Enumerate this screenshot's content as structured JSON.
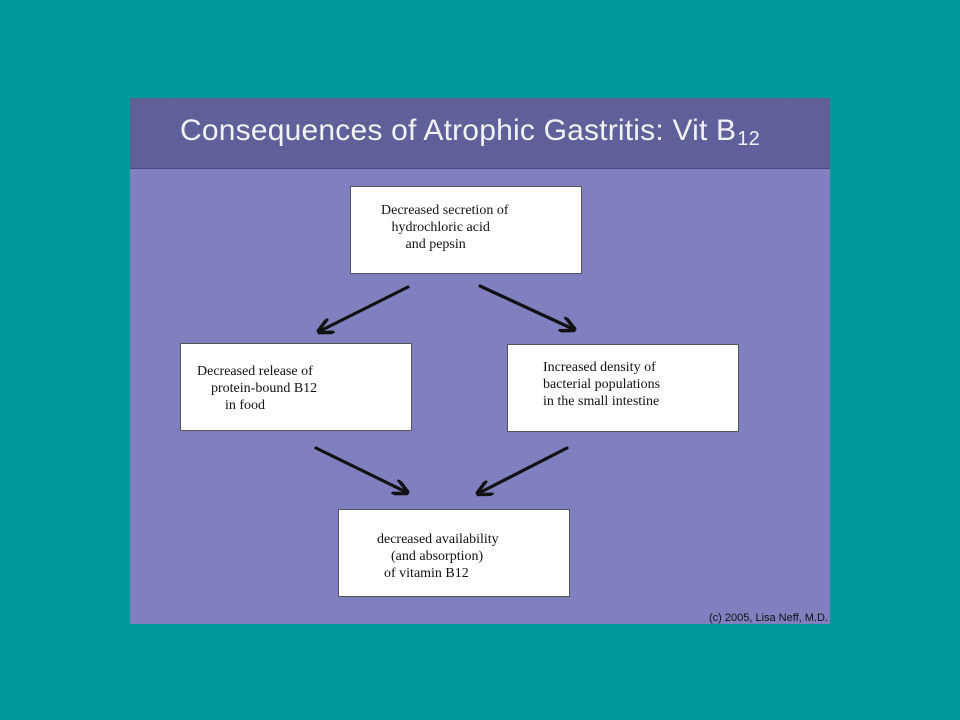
{
  "slide": {
    "title_main": "Consequences of Atrophic Gastritis: Vit B",
    "title_subscript": "12",
    "copyright": "(c) 2005, Lisa Neff, M.D."
  },
  "diagram": {
    "top_box": "Decreased secretion of\n   hydrochloric acid\n       and pepsin",
    "left_box": "Decreased release of\n    protein-bound B12\n        in food",
    "right_box": "Increased density of\nbacterial populations\nin the small intestine",
    "bottom_box": "decreased availability\n    (and absorption)\n  of vitamin B12"
  },
  "colors": {
    "background": "#009999",
    "slide": "#8080c0",
    "title_bar": "#5f5f9a",
    "box_fill": "#ffffff",
    "arrow": "#111111"
  }
}
